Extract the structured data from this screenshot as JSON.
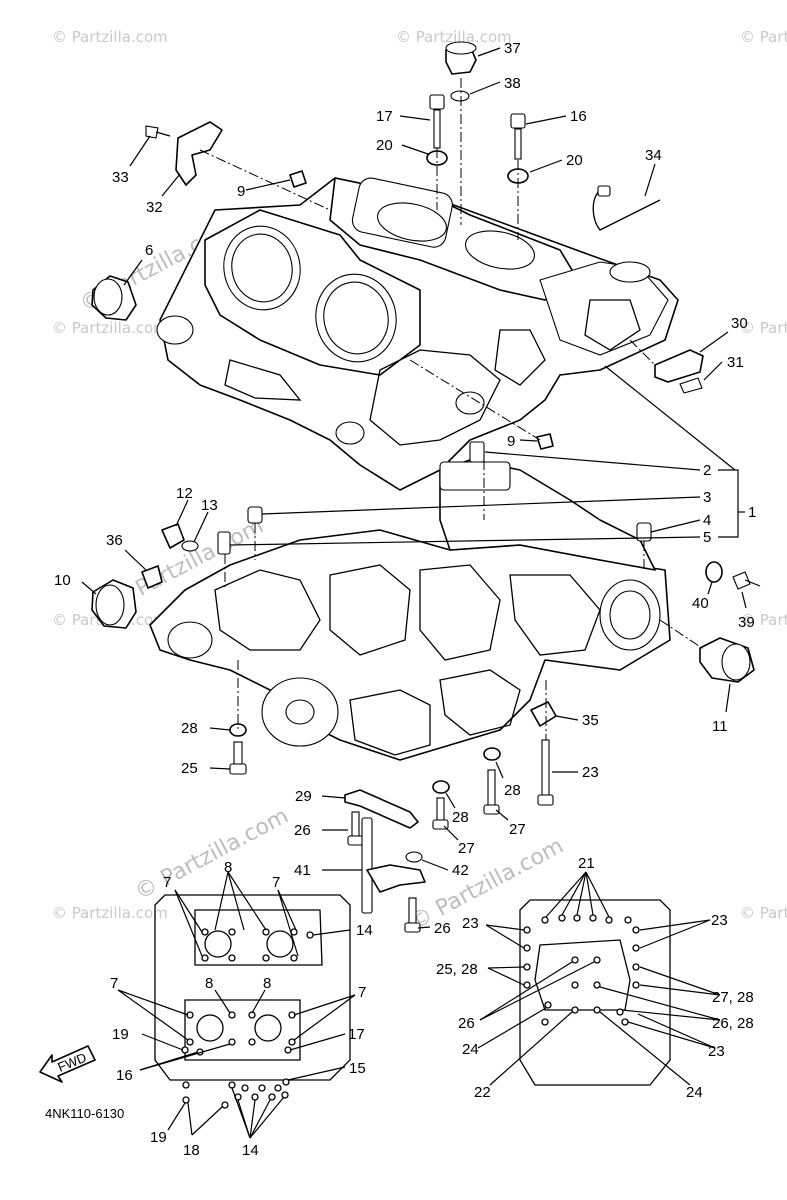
{
  "watermark": {
    "text": "© Partzilla.com"
  },
  "diagram_code": "4NK110-6130",
  "fwd_label": "FWD",
  "callouts": {
    "c37": "37",
    "c38": "38",
    "c17a": "17",
    "c16a": "16",
    "c20a": "20",
    "c20b": "20",
    "c34": "34",
    "c33": "33",
    "c32": "32",
    "c9a": "9",
    "c6": "6",
    "c30": "30",
    "c31": "31",
    "c9b": "9",
    "c2": "2",
    "c3": "3",
    "c4": "4",
    "c5": "5",
    "c1": "1",
    "c12": "12",
    "c13": "13",
    "c36": "36",
    "c10": "10",
    "c40": "40",
    "c39": "39",
    "c11": "11",
    "c28a": "28",
    "c35": "35",
    "c25": "25",
    "c23a": "23",
    "c28b": "28",
    "c29": "29",
    "c28c": "28",
    "c27a": "27",
    "c27b": "27",
    "c26a": "26",
    "c41": "41",
    "c42": "42",
    "c26b": "26",
    "l8a": "8",
    "l7a": "7",
    "l7b": "7",
    "l14a": "14",
    "l7c": "7",
    "l8b": "8",
    "l8c": "8",
    "l7d": "7",
    "l19a": "19",
    "l17": "17",
    "l16": "16",
    "l15": "15",
    "l19b": "19",
    "l18": "18",
    "l14b": "14",
    "r21": "21",
    "r23a": "23",
    "r23b": "23",
    "r2528": "25, 28",
    "r2728": "27, 28",
    "r26": "26",
    "r2628": "26, 28",
    "r24a": "24",
    "r23c": "23",
    "r22": "22",
    "r24b": "24"
  }
}
